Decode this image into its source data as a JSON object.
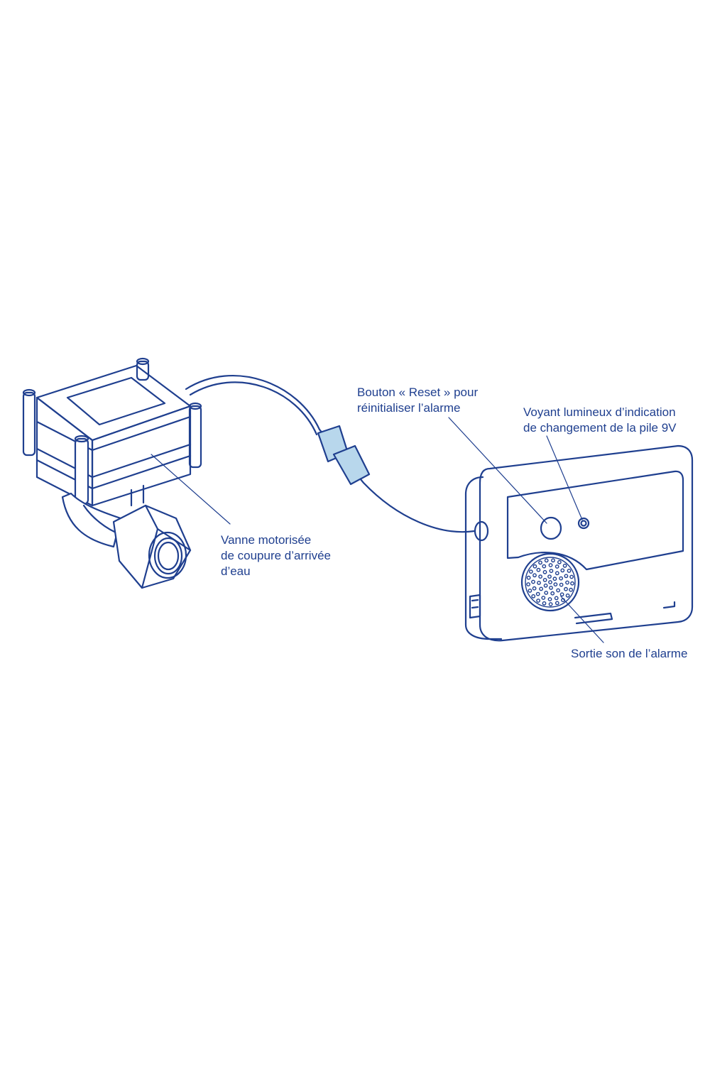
{
  "labels": {
    "reset": {
      "line1": "Bouton « Reset » pour",
      "line2": "réinitialiser l’alarme"
    },
    "led": {
      "line1": "Voyant lumineux d’indication",
      "line2": "de changement de la pile 9V"
    },
    "valve": {
      "line1": "Vanne motorisée",
      "line2": "de coupure d’arrivée",
      "line3": "d’eau"
    },
    "sound": {
      "line1": "Sortie son de l’alarme"
    }
  },
  "colors": {
    "line": "#1f3f8f",
    "text": "#1f3f8f",
    "connector_fill": "#b8d7ec",
    "background": "#ffffff"
  }
}
